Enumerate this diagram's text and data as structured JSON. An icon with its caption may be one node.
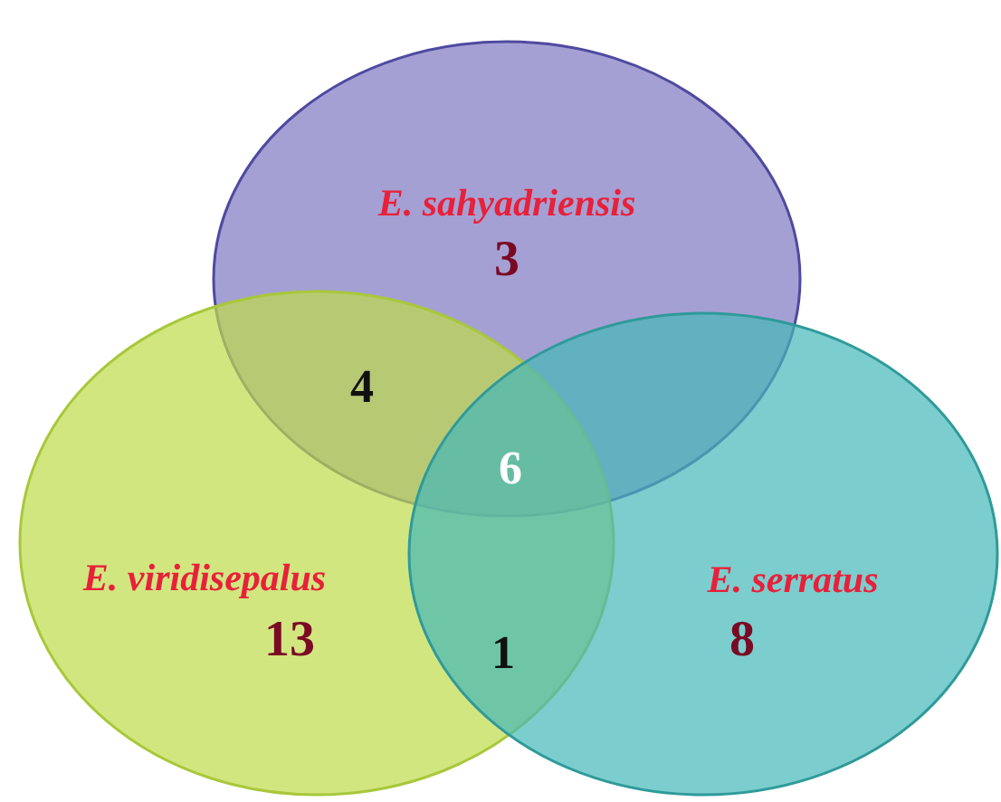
{
  "diagram": {
    "nodes": [
      {
        "text": [
          "E. sahyadriensis",
          "3"
        ]
      },
      {
        "text": [
          "E. viridisepalus",
          "13"
        ]
      },
      {
        "text": [
          "E. serratus",
          "8"
        ]
      }
    ],
    "labels": [
      "4",
      "6",
      "1"
    ]
  }
}
